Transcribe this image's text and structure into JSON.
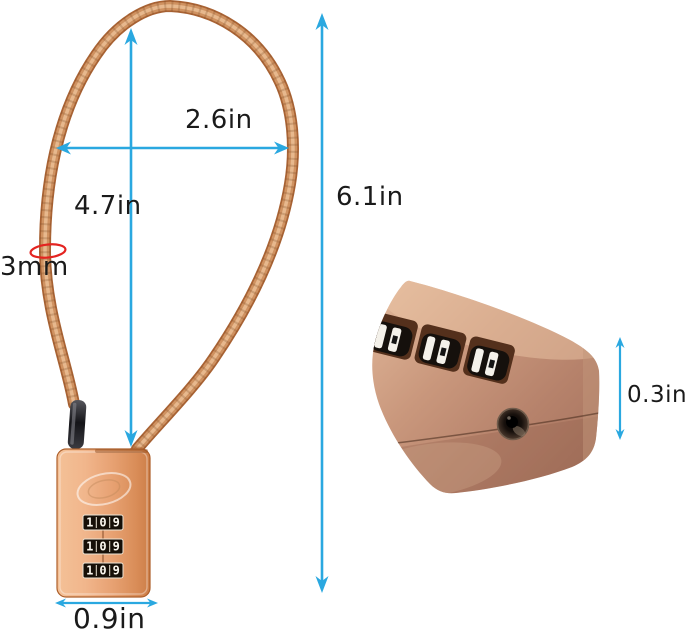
{
  "meta": {
    "description": "Product dimension diagram of a rose-gold 3-digit combination cable lock with a close-up inset of the dial side and reset hole"
  },
  "colors": {
    "dimension_blue": "#2aa8e0",
    "cable_copper": "#cf9261",
    "lock_body_rose_gold": "#eba87a",
    "inset_body_rose": "#c9977c",
    "diameter_marker_red": "#e42320",
    "label_text": "#1a1a1a",
    "dial_black": "#171008",
    "dial_digit_white": "#fbf7ee"
  },
  "annotations": {
    "loop_width": "2.6in",
    "loop_height": "4.7in",
    "overall_height": "6.1in",
    "cable_diameter": "3mm",
    "body_width": "0.9in",
    "body_thickness": "0.3in"
  },
  "lock": {
    "dial_rows": [
      {
        "digits": [
          "1",
          "0",
          "9"
        ]
      },
      {
        "digits": [
          "1",
          "0",
          "9"
        ]
      },
      {
        "digits": [
          "1",
          "0",
          "9"
        ]
      }
    ]
  }
}
